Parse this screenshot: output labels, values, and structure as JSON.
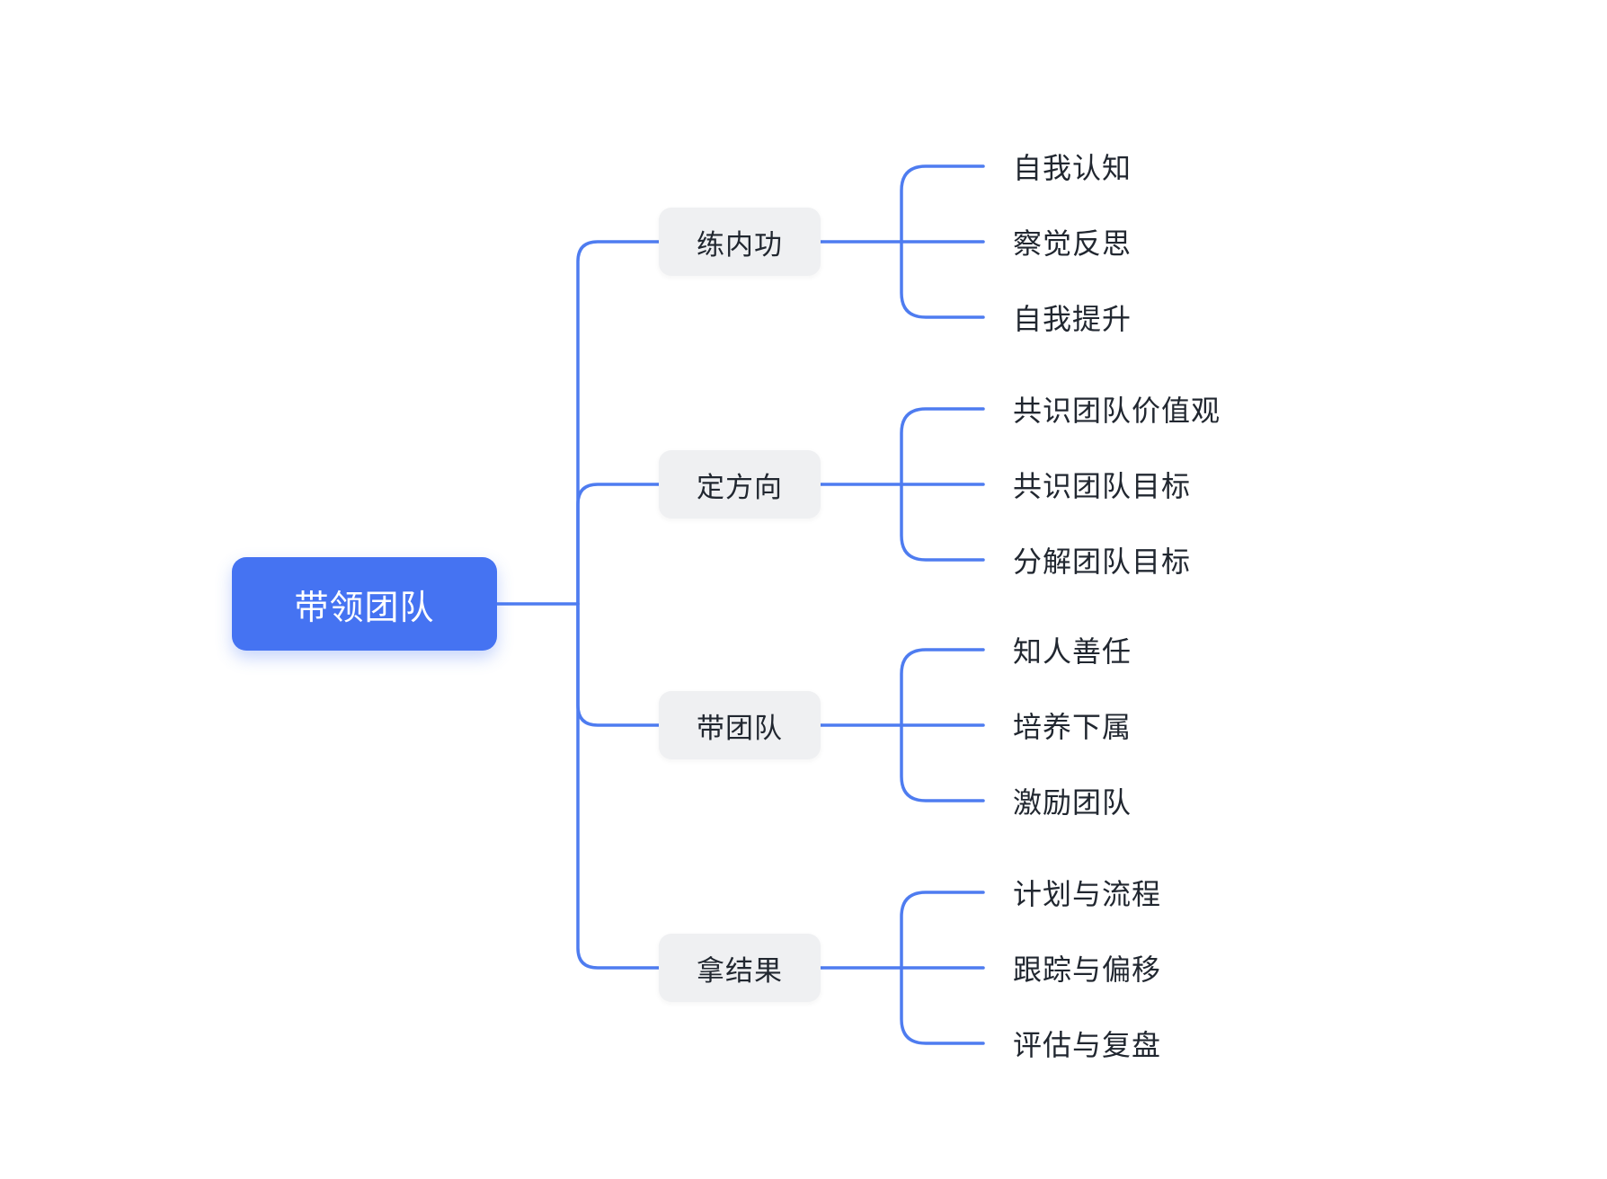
{
  "diagram": {
    "title": "mind-map",
    "root": {
      "label": "带领团队"
    },
    "branches": [
      {
        "label": "练内功",
        "children": [
          "自我认知",
          "察觉反思",
          "自我提升"
        ]
      },
      {
        "label": "定方向",
        "children": [
          "共识团队价值观",
          "共识团队目标",
          "分解团队目标"
        ]
      },
      {
        "label": "带团队",
        "children": [
          "知人善任",
          "培养下属",
          "激励团队"
        ]
      },
      {
        "label": "拿结果",
        "children": [
          "计划与流程",
          "跟踪与偏移",
          "评估与复盘"
        ]
      }
    ],
    "colors": {
      "background": "#ffffff",
      "root_bg": "#4573f2",
      "root_text": "#ffffff",
      "branch_bg": "#eff0f2",
      "node_text": "#212730",
      "connector": "#4e7cf0"
    }
  }
}
